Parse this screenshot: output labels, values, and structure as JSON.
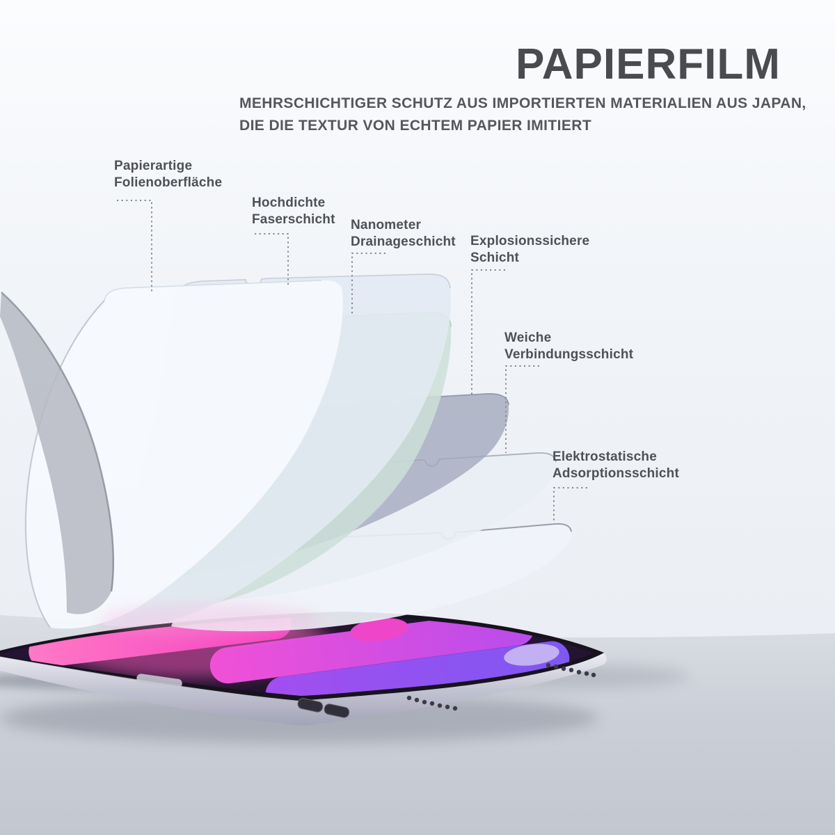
{
  "header": {
    "title": "PAPIERFILM",
    "subtitle_line1": "MEHRSCHICHTIGER SCHUTZ AUS IMPORTIERTEN MATERIALIEN AUS JAPAN,",
    "subtitle_line2": "DIE DIE TEXTUR VON ECHTEM PAPIER IMITIERT"
  },
  "layer_labels": [
    {
      "line1": "Papierartige",
      "line2": "Folienoberfläche"
    },
    {
      "line1": "Hochdichte",
      "line2": "Faserschicht"
    },
    {
      "line1": "Nanometer",
      "line2": "Drainageschicht"
    },
    {
      "line1": "Explosionssichere",
      "line2": "Schicht"
    },
    {
      "line1": "Weiche",
      "line2": "Verbindungsschicht"
    },
    {
      "line1": "Elektrostatische",
      "line2": "Adsorptionsschicht"
    }
  ],
  "colors": {
    "background_wall": "#eef1f6",
    "table_surface": "#c6cad2",
    "title_text": "#4a4b4e",
    "label_text": "#4e5155",
    "leader_line": "#85888e",
    "sheet_white": "#f6f9fd",
    "sheet_teal": "#cddfd9",
    "sheet_gray_lavender": "#a2a8bc",
    "tablet_body_silver": "#c9cad6",
    "screen_dark": "#241331",
    "screen_pink": "#ff52be",
    "screen_magenta": "#e84fd2",
    "screen_violet": "#8f55f0",
    "screen_lavender": "#c2b0f2"
  }
}
